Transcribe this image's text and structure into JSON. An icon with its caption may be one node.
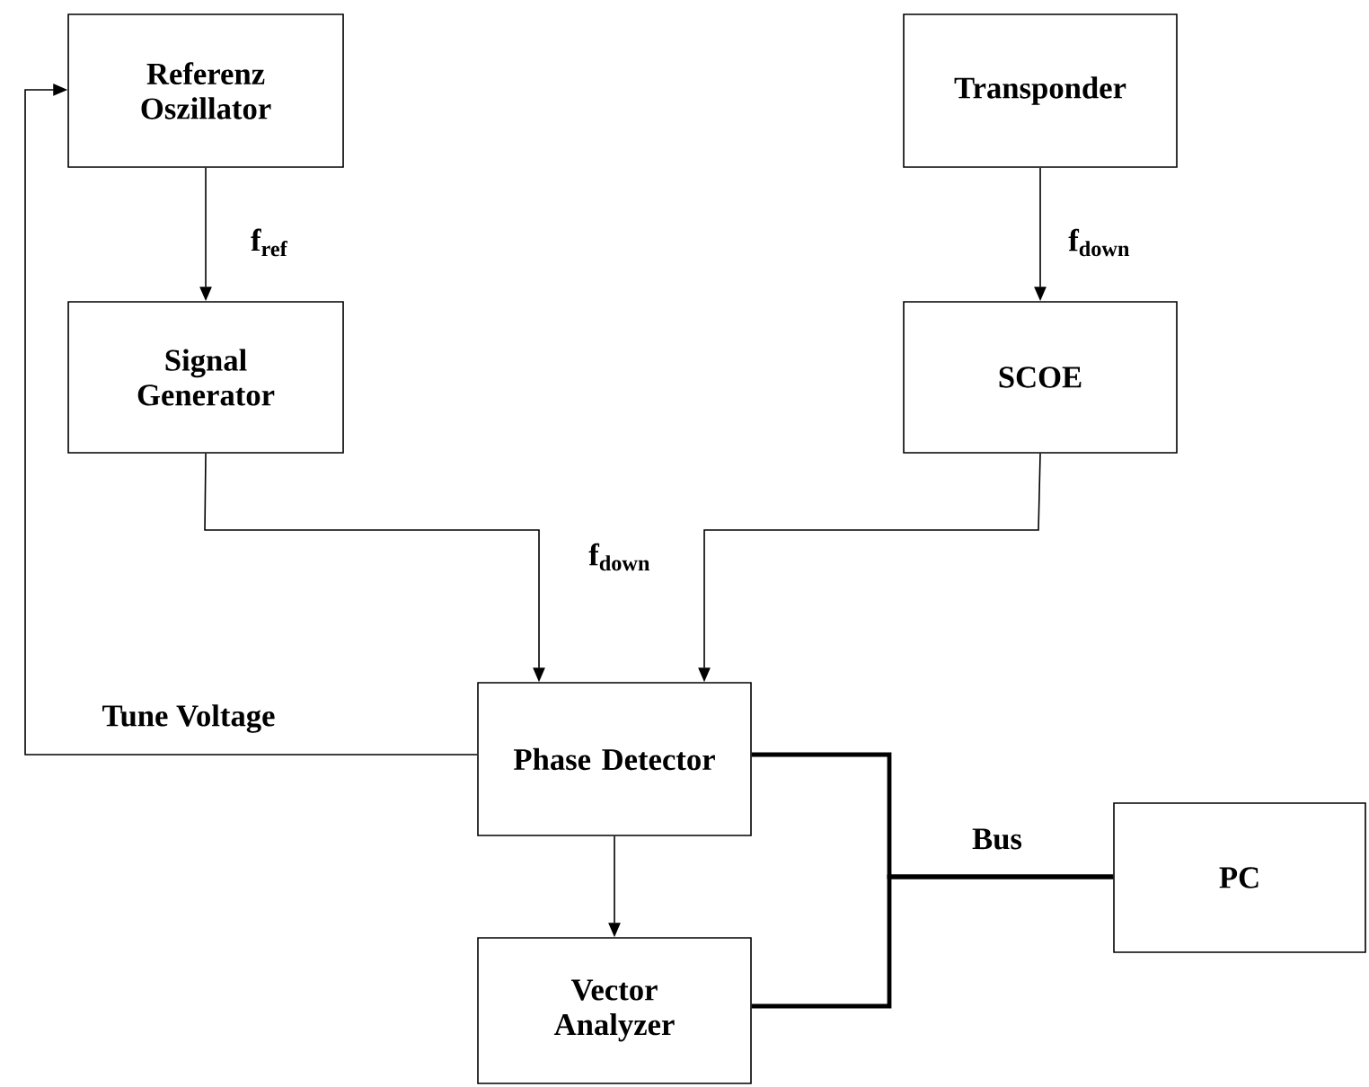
{
  "diagram": {
    "nodes": [
      {
        "text": [
          "Referenz Oszillator"
        ]
      },
      {
        "text": [
          "Transponder"
        ]
      },
      {
        "text": [
          "Signal Generator"
        ]
      },
      {
        "text": [
          "SCOE"
        ]
      },
      {
        "text": [
          "Phase Detector"
        ]
      },
      {
        "text": [
          "PC"
        ]
      },
      {
        "text": [
          "Vector Analyzer"
        ]
      }
    ],
    "edges": [
      {
        "from": 0,
        "to": 2,
        "arrow": "to",
        "label": "f$_{ref}$"
      },
      {
        "from": 1,
        "to": 3,
        "arrow": "to",
        "label": "f$_{down}$"
      },
      {
        "from": 2,
        "to": 4,
        "arrow": "to"
      },
      {
        "from": 3,
        "to": 4,
        "arrow": "to"
      },
      {
        "from": 4,
        "to": 0,
        "arrow": "to",
        "label": "Tune Voltage"
      },
      {
        "from": 4,
        "to": 6,
        "arrow": "to"
      },
      {
        "from": 4,
        "to": 5,
        "arrow": "none",
        "style": "thick",
        "label": "Bus"
      },
      {
        "from": 6,
        "to": 5,
        "arrow": "none",
        "style": "thick"
      }
    ],
    "labels": [
      "f$_{down}$"
    ]
  }
}
